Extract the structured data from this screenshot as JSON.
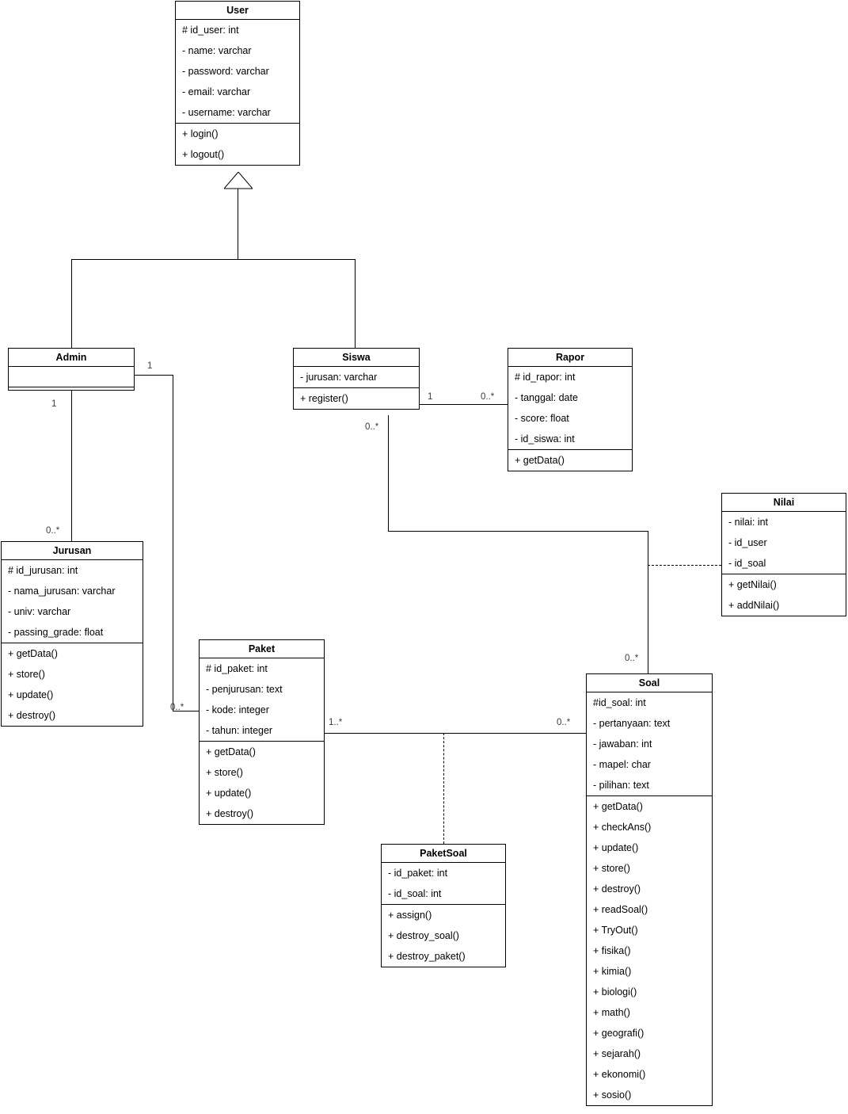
{
  "diagram": {
    "kind": "uml-class-diagram",
    "title": "",
    "background": "#ffffff",
    "line_color": "#000000",
    "text_color": "#000000"
  },
  "classes": {
    "user": {
      "name": "User",
      "attributes": [
        "# id_user: int",
        "- name: varchar",
        "- password: varchar",
        "- email: varchar",
        "- username: varchar"
      ],
      "operations": [
        "+ login()",
        "+ logout()"
      ]
    },
    "admin": {
      "name": "Admin",
      "attributes": [],
      "operations": []
    },
    "siswa": {
      "name": "Siswa",
      "attributes": [
        "- jurusan: varchar"
      ],
      "operations": [
        "+ register()"
      ]
    },
    "rapor": {
      "name": "Rapor",
      "attributes": [
        "# id_rapor: int",
        "- tanggal: date",
        "- score: float",
        "- id_siswa: int"
      ],
      "operations": [
        "+ getData()"
      ]
    },
    "nilai": {
      "name": "Nilai",
      "attributes": [
        "- nilai: int",
        "- id_user",
        "- id_soal"
      ],
      "operations": [
        "+ getNilai()",
        "+ addNilai()"
      ]
    },
    "jurusan": {
      "name": "Jurusan",
      "attributes": [
        "# id_jurusan: int",
        "- nama_jurusan: varchar",
        "-  univ: varchar",
        "- passing_grade: float"
      ],
      "operations": [
        "+ getData()",
        "+ store()",
        "+ update()",
        "+ destroy()"
      ]
    },
    "paket": {
      "name": "Paket",
      "attributes": [
        "# id_paket: int",
        "- penjurusan: text",
        "- kode: integer",
        "- tahun: integer"
      ],
      "operations": [
        "+ getData()",
        "+ store()",
        "+ update()",
        "+ destroy()"
      ]
    },
    "soal": {
      "name": "Soal",
      "attributes": [
        "#id_soal: int",
        "- pertanyaan: text",
        "- jawaban: int",
        "- mapel: char",
        "- pilihan: text"
      ],
      "operations": [
        "+ getData()",
        "+ checkAns()",
        "+ update()",
        "+ store()",
        "+ destroy()",
        "+ readSoal()",
        "+ TryOut()",
        "+ fisika()",
        "+ kimia()",
        "+ biologi()",
        "+ math()",
        "+ geografi()",
        "+ sejarah()",
        "+ ekonomi()",
        "+ sosio()"
      ]
    },
    "paketsoal": {
      "name": "PaketSoal",
      "attributes": [
        "- id_paket: int",
        "- id_soal: int"
      ],
      "operations": [
        "+ assign()",
        "+ destroy_soal()",
        "+ destroy_paket()"
      ]
    }
  },
  "relationships": {
    "user_admin": {
      "type": "generalization",
      "from": "Admin",
      "to": "User"
    },
    "user_siswa": {
      "type": "generalization",
      "from": "Siswa",
      "to": "User"
    },
    "admin_jurusan": {
      "type": "association",
      "from": "Admin",
      "to": "Jurusan",
      "from_mult": "1",
      "to_mult": "0..*"
    },
    "admin_paket": {
      "type": "association",
      "from": "Admin",
      "to": "Paket",
      "from_mult": "1",
      "to_mult": "0..*"
    },
    "siswa_rapor": {
      "type": "association",
      "from": "Siswa",
      "to": "Rapor",
      "from_mult": "1",
      "to_mult": "0..*"
    },
    "siswa_soal": {
      "type": "association",
      "from": "Siswa",
      "to": "Soal",
      "from_mult": "0..*",
      "to_mult": "0..*"
    },
    "soal_nilai": {
      "type": "dependency-dashed",
      "from": "Soal",
      "to": "Nilai"
    },
    "paket_soal": {
      "type": "association",
      "from": "Paket",
      "to": "Soal",
      "from_mult": "1..*",
      "to_mult": "0..*"
    },
    "assoc_class_paketsoal": {
      "type": "association-class-dashed",
      "from": "paket_soal",
      "to": "PaketSoal"
    }
  },
  "multiplicity_labels": {
    "admin_right_1": "1",
    "admin_bottom_1": "1",
    "jurusan_top": "0..*",
    "paket_left": "0..*",
    "siswa_right_1": "1",
    "rapor_left": "0..*",
    "siswa_bottom": "0..*",
    "soal_top": "0..*",
    "paket_right": "1..*",
    "soal_left": "0..*"
  }
}
